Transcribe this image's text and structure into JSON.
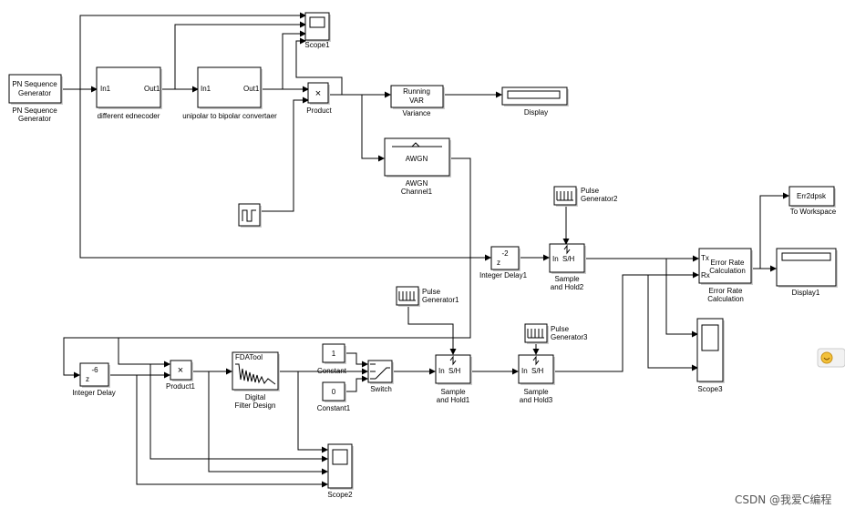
{
  "blocks": {
    "pn_generator": {
      "inner1": "PN Sequence",
      "inner2": "Generator",
      "caption1": "PN Sequence",
      "caption2": "Generator"
    },
    "diff_encoder": {
      "in": "In1",
      "out": "Out1",
      "caption": "different ednecoder"
    },
    "unipolar": {
      "in": "In1",
      "out": "Out1",
      "caption": "unipolar to bipolar convertaer"
    },
    "scope1": {
      "caption": "Scope1"
    },
    "product": {
      "symbol": "×",
      "caption": "Product"
    },
    "variance": {
      "inner1": "Running",
      "inner2": "VAR",
      "caption": "Variance"
    },
    "display": {
      "caption": "Display"
    },
    "awgn": {
      "inner": "AWGN",
      "caption1": "AWGN",
      "caption2": "Channel1"
    },
    "pulse_gen2": {
      "caption1": "Pulse",
      "caption2": "Generator2"
    },
    "to_workspace": {
      "inner": "Err2dpsk",
      "caption": "To Workspace"
    },
    "integer_delay1": {
      "num": "-2",
      "den": "z",
      "caption": "Integer Delay1"
    },
    "sample_hold2": {
      "in": "In",
      "label": "S/H",
      "caption1": "Sample",
      "caption2": "and Hold2"
    },
    "error_rate": {
      "tx": "Tx",
      "rx": "Rx",
      "inner1": "Error Rate",
      "inner2": "Calculation",
      "caption1": "Error Rate",
      "caption2": "Calculation"
    },
    "display1": {
      "caption": "Display1"
    },
    "pulse_gen1": {
      "caption1": "Pulse",
      "caption2": "Generator1"
    },
    "pulse_gen3": {
      "caption1": "Pulse",
      "caption2": "Generator3"
    },
    "constant": {
      "value": "1",
      "caption": "Constant"
    },
    "constant1": {
      "value": "0",
      "caption": "Constant1"
    },
    "switch": {
      "caption": "Switch"
    },
    "sample_hold1": {
      "in": "In",
      "label": "S/H",
      "caption1": "Sample",
      "caption2": "and Hold1"
    },
    "sample_hold3": {
      "in": "In",
      "label": "S/H",
      "caption1": "Sample",
      "caption2": "and Hold3"
    },
    "scope3": {
      "caption": "Scope3"
    },
    "integer_delay": {
      "num": "-6",
      "den": "z",
      "caption": "Integer Delay"
    },
    "product1": {
      "symbol": "×",
      "caption": "Product1"
    },
    "fda": {
      "inner": "FDATool",
      "caption1": "Digital",
      "caption2": "Filter Design"
    },
    "scope2": {
      "caption": "Scope2"
    }
  },
  "watermark": "CSDN @我爱C编程"
}
